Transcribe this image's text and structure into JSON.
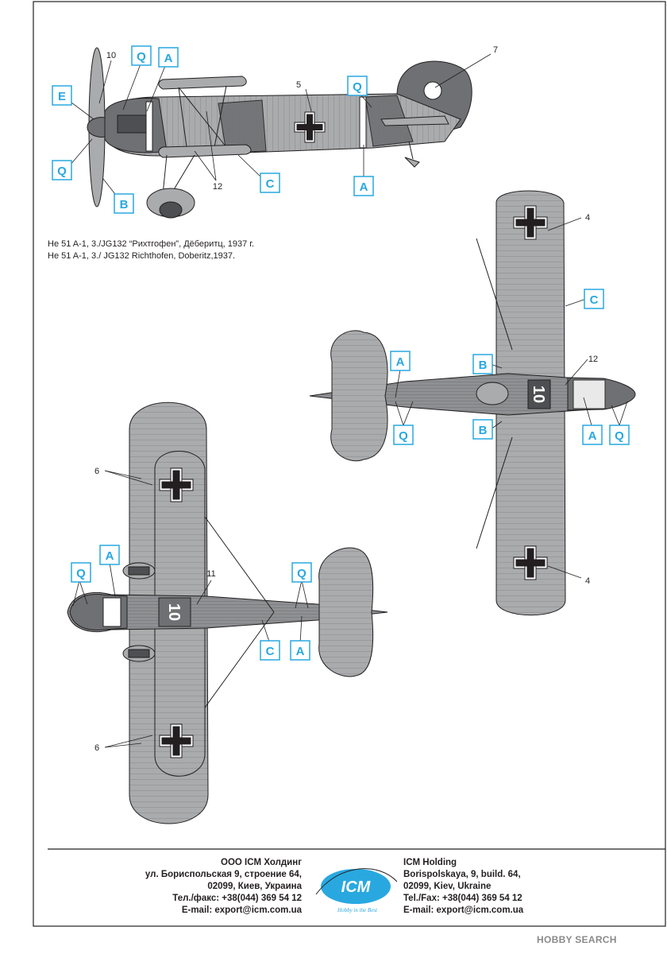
{
  "caption": {
    "ru": "He 51 A-1, 3./JG132 “Рихтгофен”, Дёберитц, 1937 г.",
    "en": "He 51 A-1, 3./ JG132 Richthofen, Doberitz,1937."
  },
  "colors": {
    "line": "#231f20",
    "camo_light": "#a9abad",
    "camo_dark": "#6e7073",
    "tag_blue": "#29a8e0",
    "white": "#ffffff"
  },
  "icons": {
    "cross": "balkenkreuz-icon",
    "logo": "icm-logo-icon"
  },
  "callout_letters": {
    "Q": "Q",
    "A": "A",
    "E": "E",
    "B": "B",
    "C": "C"
  },
  "callout_numbers": {
    "n4": "4",
    "n5": "5",
    "n6": "6",
    "n7": "7",
    "n10": "10",
    "n11": "11",
    "n12": "12"
  },
  "fuselage_code": "10",
  "footer": {
    "left": [
      "ООО ICM Холдинг",
      "ул. Бориспольская 9, строение 64,",
      "02099, Киев, Украина",
      "Тел./факс: +38(044) 369 54 12",
      "E-mail: export@icm.com.ua"
    ],
    "right": [
      "ICM Holding",
      "Borispolskaya, 9, build. 64,",
      "02099, Kiev, Ukraine",
      "Tel./Fax: +38(044) 369 54 12",
      "E-mail: export@icm.com.ua"
    ],
    "logo_text": "ICM",
    "logo_slogan": "Hobby in the Best"
  },
  "watermark": "HOBBY SEARCH"
}
